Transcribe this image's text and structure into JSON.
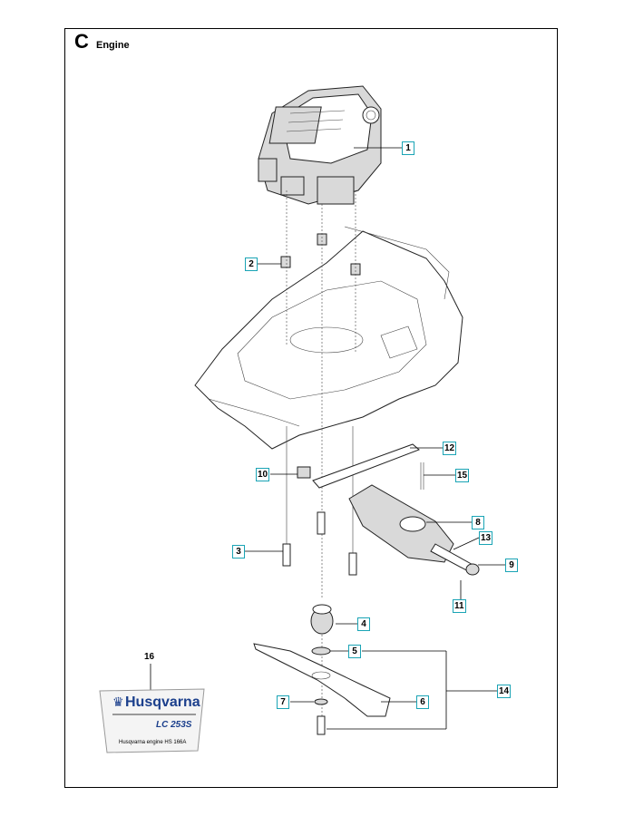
{
  "section": {
    "letter": "C",
    "title": "Engine"
  },
  "callouts": [
    {
      "id": "1",
      "label": "1"
    },
    {
      "id": "2",
      "label": "2"
    },
    {
      "id": "3",
      "label": "3"
    },
    {
      "id": "4",
      "label": "4"
    },
    {
      "id": "5",
      "label": "5"
    },
    {
      "id": "6",
      "label": "6"
    },
    {
      "id": "7",
      "label": "7"
    },
    {
      "id": "8",
      "label": "8"
    },
    {
      "id": "9",
      "label": "9"
    },
    {
      "id": "10",
      "label": "10"
    },
    {
      "id": "11",
      "label": "11"
    },
    {
      "id": "12",
      "label": "12"
    },
    {
      "id": "13",
      "label": "13"
    },
    {
      "id": "14",
      "label": "14"
    },
    {
      "id": "15",
      "label": "15"
    },
    {
      "id": "16",
      "label": "16"
    }
  ],
  "decal": {
    "brand": "Husqvarna",
    "model": "LC 253S",
    "caption": "Husqvarna engine HS 166A",
    "brand_color": "#1b3f8c"
  },
  "colors": {
    "callout_border": "#1aa4b5"
  }
}
